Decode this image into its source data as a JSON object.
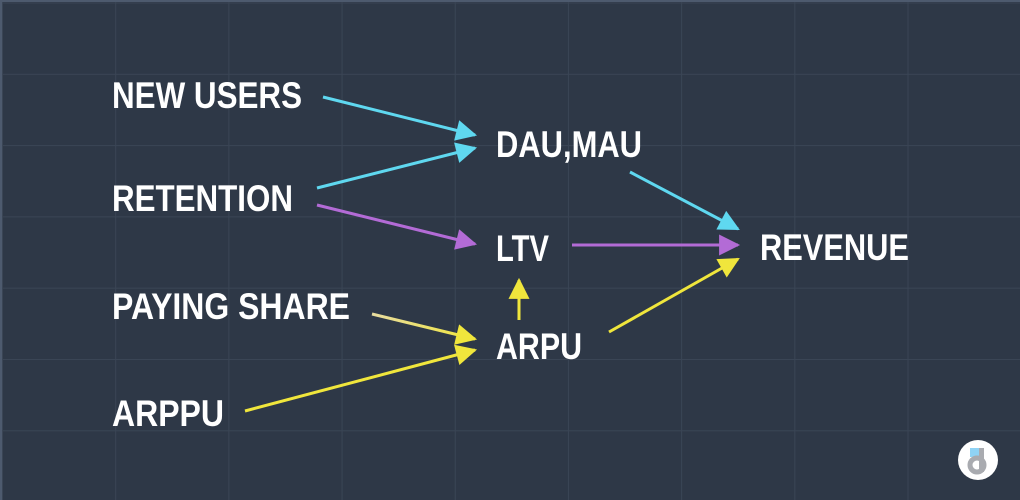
{
  "nodes": {
    "new_users": "NEW USERS",
    "retention": "RETENTION",
    "paying_share": "PAYING SHARE",
    "arppu": "ARPPU",
    "dau_mau": "DAU,MAU",
    "ltv": "LTV",
    "arpu": "ARPU",
    "revenue": "REVENUE"
  },
  "edges": [
    {
      "from": "NEW USERS",
      "to": "DAU,MAU",
      "color": "#5fd8f0"
    },
    {
      "from": "RETENTION",
      "to": "DAU,MAU",
      "color": "#5fd8f0"
    },
    {
      "from": "RETENTION",
      "to": "LTV",
      "color": "#b36bd6"
    },
    {
      "from": "DAU,MAU",
      "to": "REVENUE",
      "color": "#5fd8f0"
    },
    {
      "from": "LTV",
      "to": "REVENUE",
      "color": "#b36bd6"
    },
    {
      "from": "PAYING SHARE",
      "to": "ARPU",
      "color": "#e8dca0"
    },
    {
      "from": "ARPPU",
      "to": "ARPU",
      "color": "#f0e63c"
    },
    {
      "from": "ARPU",
      "to": "LTV",
      "color": "#f0e63c"
    },
    {
      "from": "ARPU",
      "to": "REVENUE",
      "color": "#f0e63c"
    }
  ],
  "logo": {
    "name": "devtodev-logo",
    "accent": "#8fd3f5"
  }
}
